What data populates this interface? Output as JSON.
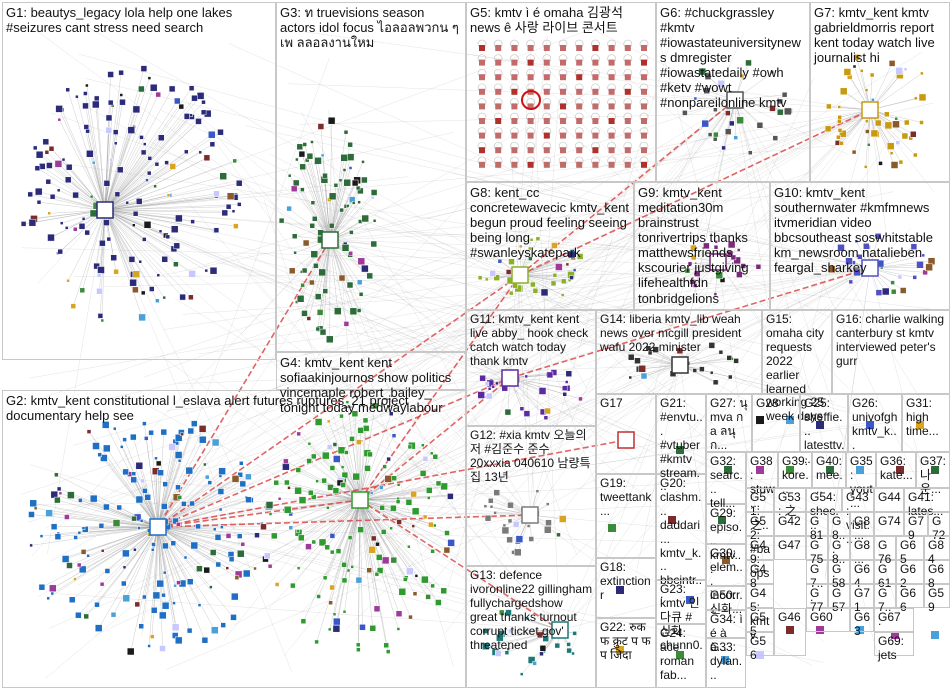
{
  "groups": [
    {
      "id": "G1",
      "label": "G1: beautys_legacy lola help one lakes #seizures cant stress need search",
      "accent": "#3a3a8c"
    },
    {
      "id": "G2",
      "label": "G2: kmtv_kent constitutional l_eslava alert futures ruptures_21 project documentary help see",
      "accent": "#2a7fd1"
    },
    {
      "id": "G3",
      "label": "G3: ท truevisions season actors idol focus ไอลอลพวกน ๆ เพ ลลอลงานใหม",
      "accent": "#2e6b3a"
    },
    {
      "id": "G4",
      "label": "G4: kmtv_kent kent sofiaakinjournos show politics vincemaple robert_bailey_ tonight today medwaylabour",
      "accent": "#3aa838"
    },
    {
      "id": "G5",
      "label": "G5: kmtv ì é omaha 김광석 news ê 사랑 라이브 콘서트",
      "accent": "#b0302a"
    },
    {
      "id": "G6",
      "label": "G6: #chuckgrassley #kmtv #iowastateuniversitynews dmregister #iowastatedaily #owh #ketv #wowt #nonpareilonline kmtv",
      "accent": "#5a5a5a"
    },
    {
      "id": "G7",
      "label": "G7: kmtv_kent kmtv gabrieldmorris report kent today watch live journalist hi",
      "accent": "#d9a520"
    },
    {
      "id": "G8",
      "label": "G8: kent_cc concretewavecic kmtv_kent begun proud feeling seeing being long #swanleyskatepark",
      "accent": "#9cc23a"
    },
    {
      "id": "G9",
      "label": "G9: kmtv_kent meditation30m brainstrust tonrivertrips thanks matthewsfriends kscourier justgiving lifehealthfdn tonbridgelions",
      "accent": "#8a3a8c"
    },
    {
      "id": "G10",
      "label": "G10: kmtv_kent southernwater #kmfmnews itvmeridian video bbcsoutheast soswhitstable km_newsroom natalieben feargal_sharkey",
      "accent": "#6a6ad0"
    },
    {
      "id": "G11",
      "label": "G11: kmtv_kent kent live abby_ hook check catch watch today thank kmtv",
      "accent": "#6a3ab0"
    },
    {
      "id": "G12",
      "label": "G12: #xia kmtv 오늘의 저 #김준수 준수 20xxxia 040610 남량특집 13년",
      "accent": "#888"
    },
    {
      "id": "G13",
      "label": "G13: defence ivoronline22 gillingham fullychargedshow great thanks turnout corrupt ticket gov' threatened",
      "accent": "#2a8a8a"
    },
    {
      "id": "G14",
      "label": "G14: liberia kmtv_lib weah news over mcgill president wafu 2022 minister",
      "accent": "#444"
    },
    {
      "id": "G15",
      "label": "G15: omaha city requests 2022 earlier learned working 25 week days",
      "accent": "#444"
    },
    {
      "id": "G16",
      "label": "G16: charlie walking canterbury st kmtv interviewed peter's gurr",
      "accent": "#3a8a3a"
    },
    {
      "id": "G17",
      "label": "G17",
      "accent": "#c03030"
    },
    {
      "id": "G18",
      "label": "G18: extinctionr",
      "accent": "#444"
    },
    {
      "id": "G19",
      "label": "G19: tweettank...",
      "accent": "#444"
    },
    {
      "id": "G20",
      "label": "G20: clashm... daddari... kmtv_k... bbcintr...",
      "accent": "#444"
    },
    {
      "id": "G21",
      "label": "G21: #envtu... #vtuber #kmtv stream...",
      "accent": "#444"
    },
    {
      "id": "G22",
      "label": "G22: रुक फ क्रुट प फ प जिदा",
      "accent": "#444"
    },
    {
      "id": "G23",
      "label": "G23: kmtv 인 다큐 #신화 chunn0...",
      "accent": "#444"
    },
    {
      "id": "G24",
      "label": "G24: ace roman fab...",
      "accent": "#444"
    },
    {
      "id": "G25",
      "label": "G25: sheffie... latesttv...",
      "accent": "#444"
    },
    {
      "id": "G26",
      "label": "G26: univofgh kmtv_k...",
      "accent": "#444"
    },
    {
      "id": "G27",
      "label": "G27: นุ mva ก a ลนุ ก...",
      "accent": "#444"
    },
    {
      "id": "G28",
      "label": "G28",
      "accent": "#444"
    },
    {
      "id": "G29",
      "label": "G29: episo... kmtv...",
      "accent": "#444"
    },
    {
      "id": "G30",
      "label": "G30: elem... incorr...",
      "accent": "#444"
    },
    {
      "id": "G31",
      "label": "G31: high time...",
      "accent": "#444"
    },
    {
      "id": "G32",
      "label": "G32: searc... tell...",
      "accent": "#444"
    },
    {
      "id": "G33",
      "label": "G33: dylan...",
      "accent": "#444"
    },
    {
      "id": "G34",
      "label": "G34: ì é à à...",
      "accent": "#444"
    },
    {
      "id": "G35",
      "label": "G35: yout...",
      "accent": "#444"
    },
    {
      "id": "G36",
      "label": "G36: kate...",
      "accent": "#444"
    },
    {
      "id": "G37",
      "label": "G37: 나운...",
      "accent": "#444"
    },
    {
      "id": "G38",
      "label": "G38: stuw...",
      "accent": "#444"
    },
    {
      "id": "G39",
      "label": "G39: kore...",
      "accent": "#444"
    },
    {
      "id": "G40",
      "label": "G40: mee...",
      "accent": "#444"
    },
    {
      "id": "G41",
      "label": "G41: lates...",
      "accent": "#444"
    },
    {
      "id": "G42",
      "label": "G42",
      "accent": "#444"
    },
    {
      "id": "G43",
      "label": "G43: visit...",
      "accent": "#444"
    },
    {
      "id": "G44",
      "label": "G44",
      "accent": "#444"
    },
    {
      "id": "G45",
      "label": "G45: kmtv",
      "accent": "#444"
    },
    {
      "id": "G46",
      "label": "G46",
      "accent": "#444"
    },
    {
      "id": "G47",
      "label": "G47",
      "accent": "#444"
    },
    {
      "id": "G48",
      "label": "G48",
      "accent": "#444"
    },
    {
      "id": "G49",
      "label": "G49: ops",
      "accent": "#444"
    },
    {
      "id": "G50",
      "label": "G50: 신화...",
      "accent": "#444"
    },
    {
      "id": "G51",
      "label": "G51: 之...",
      "accent": "#444"
    },
    {
      "id": "G52",
      "label": "G52: #ba...",
      "accent": "#444"
    },
    {
      "id": "G53",
      "label": "G53: 之",
      "accent": "#444"
    },
    {
      "id": "G54",
      "label": "G54: shec...",
      "accent": "#444"
    },
    {
      "id": "G55",
      "label": "G55",
      "accent": "#444"
    },
    {
      "id": "G56",
      "label": "G56",
      "accent": "#444"
    },
    {
      "id": "G57",
      "label": "G57",
      "accent": "#444"
    },
    {
      "id": "G58",
      "label": "G58",
      "accent": "#444"
    },
    {
      "id": "G59",
      "label": "G59",
      "accent": "#444"
    },
    {
      "id": "G60",
      "label": "G60",
      "accent": "#444"
    },
    {
      "id": "G61",
      "label": "G61",
      "accent": "#444"
    },
    {
      "id": "G62",
      "label": "G62",
      "accent": "#444"
    },
    {
      "id": "G63",
      "label": "G63",
      "accent": "#444"
    },
    {
      "id": "G64",
      "label": "G64",
      "accent": "#444"
    },
    {
      "id": "G65",
      "label": "G65",
      "accent": "#444"
    },
    {
      "id": "G66",
      "label": "G66",
      "accent": "#444"
    },
    {
      "id": "G67",
      "label": "G67",
      "accent": "#444"
    },
    {
      "id": "G68",
      "label": "G68",
      "accent": "#444"
    },
    {
      "id": "G69",
      "label": "G69: jets",
      "accent": "#444"
    },
    {
      "id": "G70",
      "label": "G7...",
      "accent": "#444"
    },
    {
      "id": "G71",
      "label": "G71",
      "accent": "#444"
    },
    {
      "id": "G72",
      "label": "G72",
      "accent": "#444"
    },
    {
      "id": "G73",
      "label": "G7...",
      "accent": "#444"
    },
    {
      "id": "G74",
      "label": "G74",
      "accent": "#444"
    },
    {
      "id": "G75",
      "label": "G75",
      "accent": "#444"
    },
    {
      "id": "G76",
      "label": "G76",
      "accent": "#444"
    },
    {
      "id": "G77",
      "label": "G77",
      "accent": "#444"
    },
    {
      "id": "G78",
      "label": "G8...",
      "accent": "#444"
    },
    {
      "id": "G79",
      "label": "G79",
      "accent": "#444"
    },
    {
      "id": "G80",
      "label": "G8...",
      "accent": "#444"
    },
    {
      "id": "G81",
      "label": "G81",
      "accent": "#444"
    },
    {
      "id": "G82",
      "label": "G8...",
      "accent": "#444"
    },
    {
      "id": "G83",
      "label": "G8...",
      "accent": "#444"
    },
    {
      "id": "G84",
      "label": "G84",
      "accent": "#444"
    }
  ],
  "colors": {
    "edge": "#8c8c8c",
    "bridge_edge": "#d83030",
    "cell_border": "#c8c8c8",
    "label": "#111111"
  }
}
